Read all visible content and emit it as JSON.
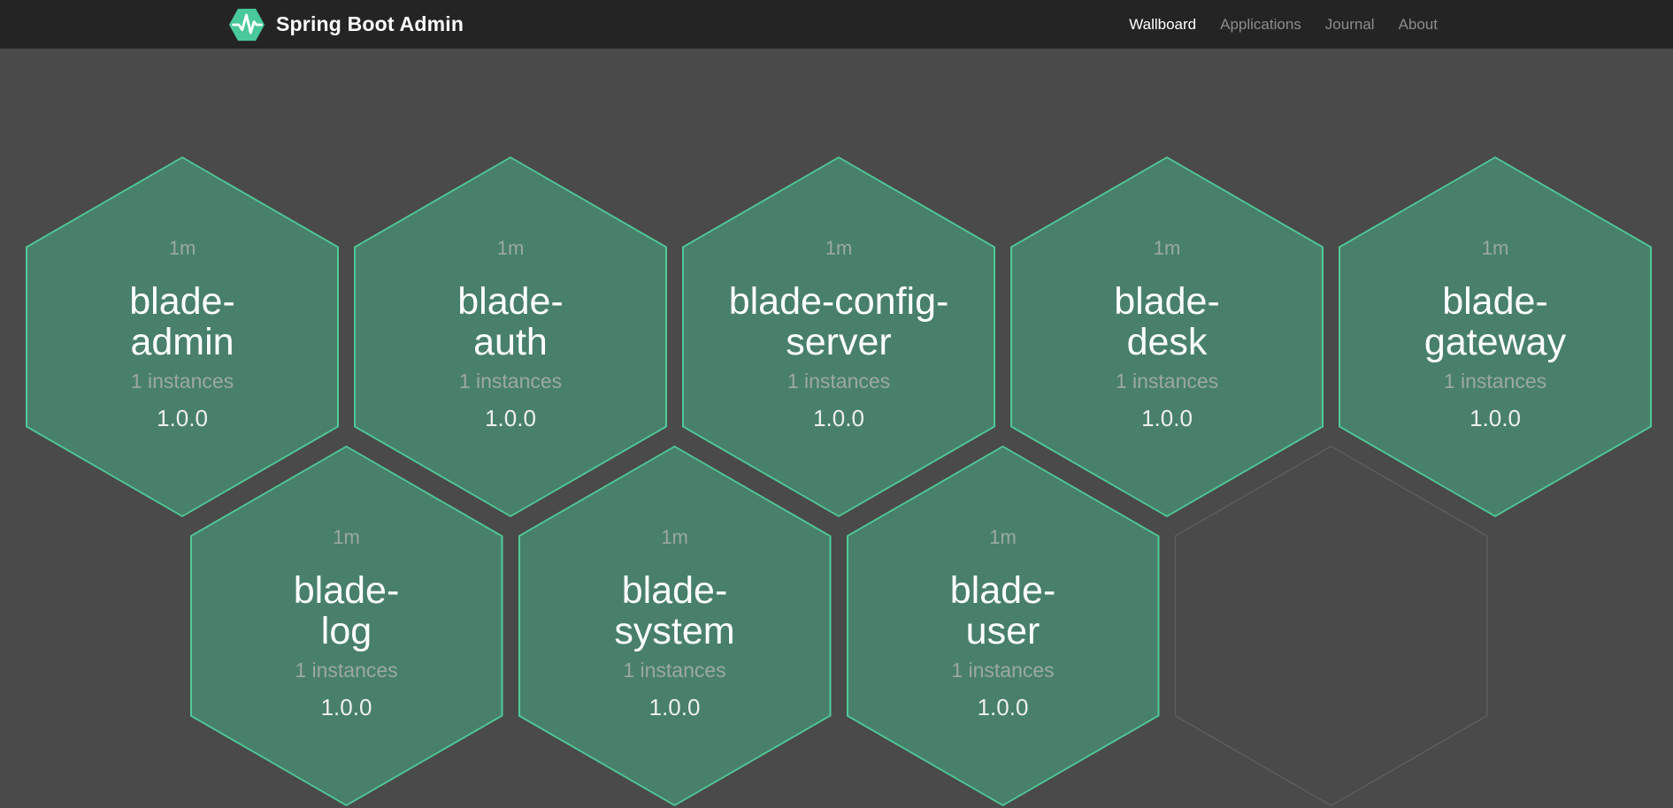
{
  "navbar": {
    "brand": "Spring Boot Admin",
    "items": [
      {
        "label": "Wallboard",
        "active": true
      },
      {
        "label": "Applications",
        "active": false
      },
      {
        "label": "Journal",
        "active": false
      },
      {
        "label": "About",
        "active": false
      }
    ]
  },
  "wallboard": {
    "rows": [
      {
        "cells": [
          {
            "type": "app",
            "name": "blade-admin",
            "uptime": "1m",
            "instances": "1 instances",
            "version": "1.0.0"
          },
          {
            "type": "app",
            "name": "blade-auth",
            "uptime": "1m",
            "instances": "1 instances",
            "version": "1.0.0"
          },
          {
            "type": "app",
            "name": "blade-config-server",
            "uptime": "1m",
            "instances": "1 instances",
            "version": "1.0.0"
          },
          {
            "type": "app",
            "name": "blade-desk",
            "uptime": "1m",
            "instances": "1 instances",
            "version": "1.0.0"
          },
          {
            "type": "app",
            "name": "blade-gateway",
            "uptime": "1m",
            "instances": "1 instances",
            "version": "1.0.0"
          }
        ]
      },
      {
        "cells": [
          {
            "type": "app",
            "name": "blade-log",
            "uptime": "1m",
            "instances": "1 instances",
            "version": "1.0.0"
          },
          {
            "type": "app",
            "name": "blade-system",
            "uptime": "1m",
            "instances": "1 instances",
            "version": "1.0.0"
          },
          {
            "type": "app",
            "name": "blade-user",
            "uptime": "1m",
            "instances": "1 instances",
            "version": "1.0.0"
          },
          {
            "type": "empty"
          }
        ]
      }
    ]
  },
  "colors": {
    "background": "#4a4a4a",
    "navbar": "#242424",
    "hex_fill": "#48806b",
    "hex_border": "#4fcb98",
    "empty_outline": "#5f5f5f",
    "logo_green": "#49c99b",
    "muted_text": "#9da8a2",
    "version_text": "#efefef",
    "nav_inactive": "#8c8c8c"
  }
}
